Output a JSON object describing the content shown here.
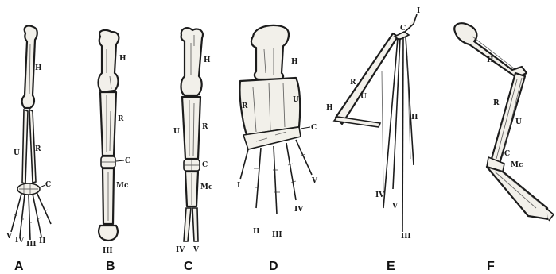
{
  "figure": {
    "panels": [
      {
        "caption": "A",
        "labels": {
          "h": "H",
          "u": "U",
          "r": "R",
          "c": "C",
          "digits": [
            "V",
            "IV",
            "III",
            "II"
          ]
        }
      },
      {
        "caption": "B",
        "labels": {
          "h": "H",
          "r": "R",
          "c": "C",
          "mc": "Mc",
          "digit": "III"
        }
      },
      {
        "caption": "C",
        "labels": {
          "h": "H",
          "u": "U",
          "r": "R",
          "c": "C",
          "mc": "Mc",
          "digits": [
            "IV",
            "V"
          ]
        }
      },
      {
        "caption": "D",
        "labels": {
          "h": "H",
          "r": "R",
          "u": "U",
          "c": "C",
          "digits": [
            "I",
            "II",
            "III",
            "IV",
            "V"
          ]
        }
      },
      {
        "caption": "E",
        "labels": {
          "i": "I",
          "c": "C",
          "r": "R",
          "u": "U",
          "h": "H",
          "ii": "II",
          "iv": "IV",
          "v": "V",
          "iii": "III"
        }
      },
      {
        "caption": "F",
        "labels": {
          "h": "H",
          "r": "R",
          "u": "U",
          "c": "C",
          "mc": "Mc"
        }
      }
    ]
  }
}
